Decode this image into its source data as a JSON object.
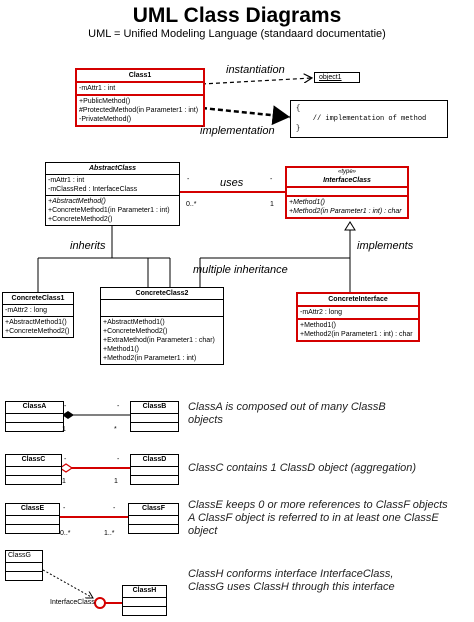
{
  "header": {
    "title": "UML Class Diagrams",
    "subtitle": "UML = Unified Modeling Language (standaard documentatie)"
  },
  "class1": {
    "name": "Class1",
    "attributes": [
      "-mAttr1 : int"
    ],
    "methods": [
      "+PublicMethod()",
      "#ProtectedMethod(in Parameter1 : int)",
      "-PrivateMethod()"
    ]
  },
  "object1": {
    "name": "object1"
  },
  "labels": {
    "instantiation": "instantiation",
    "implementation": "implementation",
    "uses": "uses",
    "inherits": "inherits",
    "multiple_inheritance": "multiple inheritance",
    "implements": "implements"
  },
  "note": {
    "lines": [
      "{",
      "    // implementation of method",
      "}"
    ]
  },
  "abstract_class": {
    "name": "AbstractClass",
    "attributes": [
      "-mAttr1 : int",
      "-mClassRed : InterfaceClass"
    ],
    "methods": [
      "+AbstractMethod()",
      "+ConcreteMethod1(in Parameter1 : int)",
      "+ConcreteMethod2()"
    ]
  },
  "interface_class": {
    "stereotype": "«type»",
    "name": "InterfaceClass",
    "methods": [
      "+Method1()",
      "+Method2(in Parameter1 : int) : char"
    ]
  },
  "uses_mult": {
    "left_top": "-",
    "left_bottom": "0..*",
    "right_top": "-",
    "right_bottom": "1"
  },
  "concrete1": {
    "name": "ConcreteClass1",
    "attributes": [
      "-mAttr2 : long"
    ],
    "methods": [
      "+AbstractMethod1()",
      "+ConcreteMethod2()"
    ]
  },
  "concrete2": {
    "name": "ConcreteClass2",
    "methods": [
      "+AbstractMethod1()",
      "+ConcreteMethod2()",
      "+ExtraMethod(in Parameter1 : char)",
      "+Method1()",
      "+Method2(in Parameter1 : int)"
    ]
  },
  "concrete_interface": {
    "name": "ConcreteInterface",
    "attributes": [
      "-mAttr2 : long"
    ],
    "methods": [
      "+Method1()",
      "+Method2(in Parameter1 : int) : char"
    ]
  },
  "relations": [
    {
      "a": "ClassA",
      "b": "ClassB",
      "a_top": "-",
      "a_bottom": "1",
      "b_top": "-",
      "b_bottom": "*",
      "desc": [
        "ClassA is composed out of many ClassB",
        "objects"
      ]
    },
    {
      "a": "ClassC",
      "b": "ClassD",
      "a_top": "-",
      "a_bottom": "1",
      "b_top": "-",
      "b_bottom": "1",
      "desc": [
        "ClassC contains 1 ClassD object (aggregation)"
      ]
    },
    {
      "a": "ClassE",
      "b": "ClassF",
      "a_top": "-",
      "a_bottom": "0..*",
      "b_top": "-",
      "b_bottom": "1..*",
      "desc": [
        "ClassE keeps 0 or more  references to ClassF objects",
        "A ClassF object is referred to in at least one ClassE",
        "object"
      ]
    }
  ],
  "lollipop": {
    "classG": "ClassG",
    "classH": "ClassH",
    "interface_label": "InterfaceClass",
    "desc": [
      "ClassH conforms interface InterfaceClass,",
      "ClassG uses ClassH through this interface"
    ]
  },
  "colors": {
    "accent_red": "#d40000"
  }
}
